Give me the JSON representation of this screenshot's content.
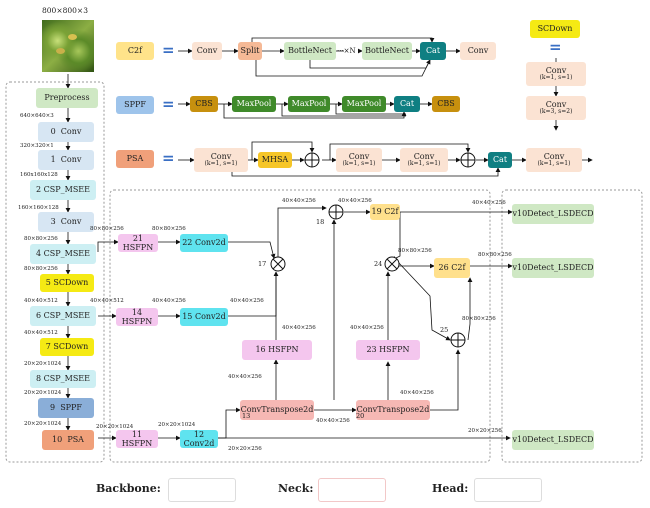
{
  "input": {
    "size_label": "800×800×3"
  },
  "backbone": {
    "preprocess": "Preprocess",
    "layers": [
      {
        "num": "0",
        "name": "Conv",
        "dim": "640×640×3"
      },
      {
        "num": "1",
        "name": "Conv",
        "dim": "320×320×1"
      },
      {
        "num": "2",
        "name": "CSP_MSEE",
        "dim": "160x160x128"
      },
      {
        "num": "3",
        "name": "Conv",
        "dim": "160×160×128"
      },
      {
        "num": "4",
        "name": "CSP_MSEE",
        "dim": "80×80×256"
      },
      {
        "num": "5",
        "name": "SCDown",
        "dim": "80×80×256"
      },
      {
        "num": "6",
        "name": "CSP_MSEE",
        "dim": "40×40×512"
      },
      {
        "num": "7",
        "name": "SCDown",
        "dim": "40×40×512"
      },
      {
        "num": "8",
        "name": "CSP_MSEE",
        "dim": "20×20×1024"
      },
      {
        "num": "9",
        "name": "SPPF",
        "dim": "20×20×1024"
      },
      {
        "num": "10",
        "name": "PSA",
        "dim": "20×20×1024"
      }
    ]
  },
  "c2f_row": {
    "tag": "C2f",
    "conv1": "Conv",
    "split": "Split",
    "bn1": "BottleNect",
    "dots": "···×N",
    "bn2": "BottleNect",
    "cat": "Cat",
    "conv2": "Conv"
  },
  "sppf_row": {
    "tag": "SPPF",
    "cbs1": "CBS",
    "mp1": "MaxPool",
    "mp2": "MaxPool",
    "mp3": "MaxPool",
    "cat": "Cat",
    "cbs2": "CBS"
  },
  "psa_row": {
    "tag": "PSA",
    "conv1": "Conv",
    "conv1_p": "(k=1, s=1)",
    "mhsa": "MHSA",
    "conv2": "Conv",
    "conv2_p": "(k=1, s=1)",
    "conv3": "Conv",
    "conv3_p": "(k=1, s=1)",
    "cat": "Cat",
    "conv4": "Conv",
    "conv4_p": "(k=1, s=1)"
  },
  "scdown": {
    "tag": "SCDown",
    "eq": "=",
    "conv1": "Conv",
    "conv1_p": "(k=1, s=1)",
    "conv2": "Conv",
    "conv2_p": "(k=3, s=2)"
  },
  "neck": {
    "hsfpn21": "21 HSFPN",
    "conv22": "22 Conv2d",
    "hsfpn14": "14 HSFPN",
    "conv15": "15 Conv2d",
    "hsfpn11": "11 HSFPN",
    "conv12": "12 Conv2d",
    "hsfpn16": "16   HSFPN",
    "hsfpn23": "23   HSFPN",
    "ct13": "ConvTranspose2d",
    "ct13_num": "13",
    "ct20": "ConvTranspose2d",
    "ct20_num": "20",
    "c2f19": "19  C2f",
    "c2f26": "26  C2f",
    "n17": "17",
    "n18": "18",
    "n24": "24",
    "n25": "25",
    "dims": {
      "d_80a": "80×80×256",
      "d_80b": "80×80×256",
      "d_40a": "40×40×512",
      "d_40b": "40×40×256",
      "d_20a": "20×20×1024",
      "d_20b": "20×20×1024",
      "d_20c": "20×20×256",
      "d_16in": "40×40×256",
      "d_16out": "40×40×256",
      "d_18in": "40×40×256",
      "d_13out": "40×40×256",
      "d_23in": "40×40×256",
      "d_23out": "40×40×256",
      "d_24a": "80×80×256",
      "d_20out": "40×40×256",
      "d_25in": "80×80×256",
      "d_25b": "40×40×256",
      "d_h1": "40×40×256",
      "d_h2": "80×80×256",
      "d_h3": "20×20×256"
    }
  },
  "head": {
    "det1": "v10Detect_LSDECD",
    "det2": "v10Detect_LSDECD",
    "det3": "v10Detect_LSDECD"
  },
  "legend": {
    "backbone": "Backbone:",
    "neck": "Neck:",
    "head": "Head:"
  }
}
